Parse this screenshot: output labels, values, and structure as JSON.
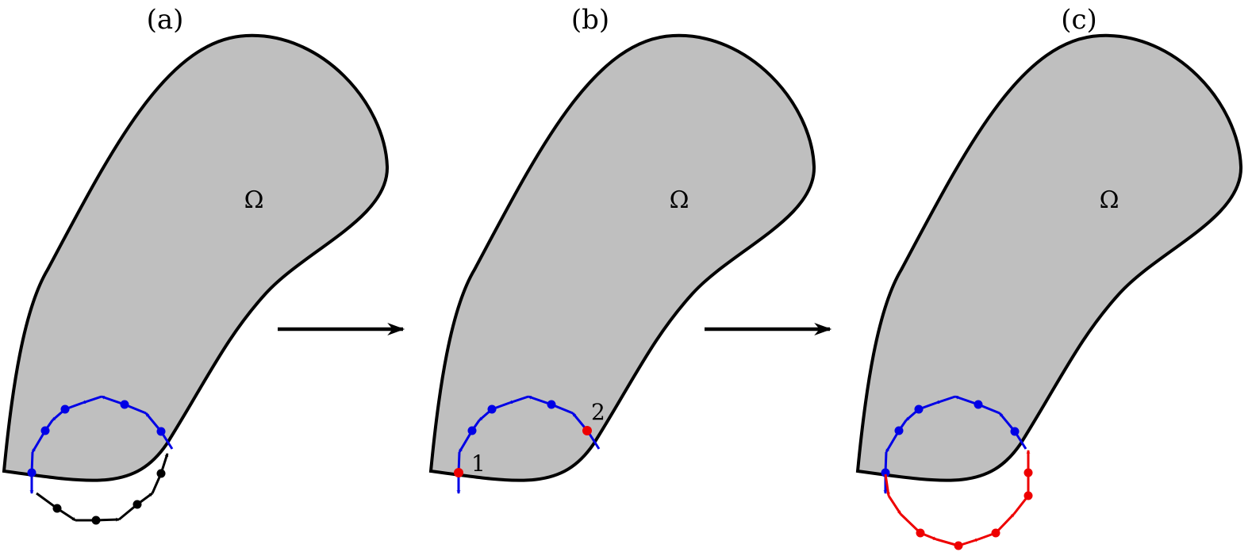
{
  "colors": {
    "region_fill": "#bfbfbf",
    "outline": "#000000",
    "blue": "#0000e6",
    "black": "#000000",
    "red": "#ee0000"
  },
  "panels": [
    {
      "label": "(a)",
      "region_label": "Ω",
      "markers": []
    },
    {
      "label": "(b)",
      "region_label": "Ω",
      "markers": [
        "1",
        "2"
      ]
    },
    {
      "label": "(c)",
      "region_label": "Ω",
      "markers": []
    }
  ],
  "flow_arrows": [
    {
      "from": "(a)",
      "to": "(b)"
    },
    {
      "from": "(b)",
      "to": "(c)"
    }
  ]
}
